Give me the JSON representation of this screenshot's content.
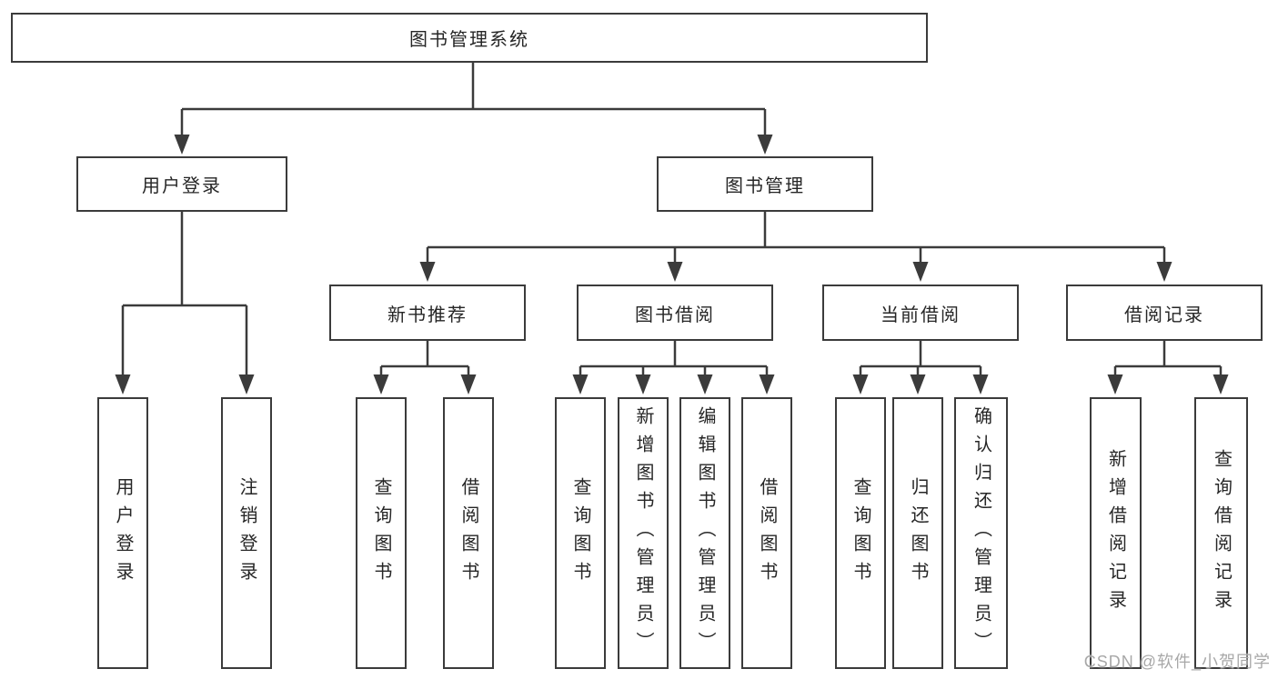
{
  "diagram": {
    "type": "tree",
    "root": {
      "label": "图书管理系统"
    },
    "level1": [
      {
        "id": "user-login",
        "label": "用户登录",
        "parent": "图书管理系统"
      },
      {
        "id": "book-management",
        "label": "图书管理",
        "parent": "图书管理系统"
      }
    ],
    "level2": [
      {
        "id": "new-book-recommend",
        "label": "新书推荐",
        "parent": "图书管理"
      },
      {
        "id": "book-borrowing",
        "label": "图书借阅",
        "parent": "图书管理"
      },
      {
        "id": "current-borrowing",
        "label": "当前借阅",
        "parent": "图书管理"
      },
      {
        "id": "borrow-records",
        "label": "借阅记录",
        "parent": "图书管理"
      }
    ],
    "leaves": [
      {
        "label": "用户登录",
        "parent": "用户登录"
      },
      {
        "label": "注销登录",
        "parent": "用户登录"
      },
      {
        "label": "查询图书",
        "parent": "新书推荐"
      },
      {
        "label": "借阅图书",
        "parent": "新书推荐"
      },
      {
        "label": "查询图书",
        "parent": "图书借阅"
      },
      {
        "label": "新增图书（管理员）",
        "parent": "图书借阅"
      },
      {
        "label": "编辑图书（管理员）",
        "parent": "图书借阅"
      },
      {
        "label": "借阅图书",
        "parent": "图书借阅"
      },
      {
        "label": "查询图书",
        "parent": "当前借阅"
      },
      {
        "label": "归还图书",
        "parent": "当前借阅"
      },
      {
        "label": "确认归还（管理员）",
        "parent": "当前借阅"
      },
      {
        "label": "新增借阅记录",
        "parent": "借阅记录"
      },
      {
        "label": "查询借阅记录",
        "parent": "借阅记录"
      }
    ]
  },
  "watermark": {
    "text": "CSDN @软件_小贺同学",
    "color": "#a8a8a8"
  },
  "colors": {
    "line": "#3b3b3b",
    "box_border": "#3b3b3b",
    "box_fill": "#ffffff",
    "text": "#262626",
    "background": "#ffffff"
  }
}
